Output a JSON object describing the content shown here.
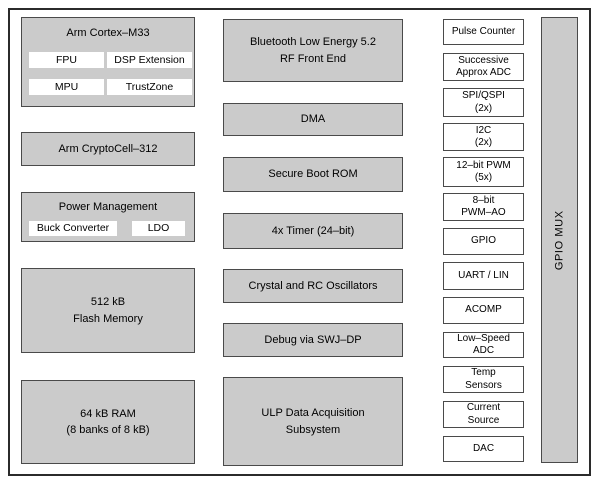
{
  "diagram": {
    "title_hint": "SoC block diagram",
    "colors": {
      "block_fill": "#cbcbcb",
      "block_border": "#4a4a4a",
      "white_fill": "#ffffff",
      "outer_border": "#2b2b2b",
      "text": "#000000"
    },
    "left_column": [
      {
        "name": "arm-cortex-m33",
        "title": "Arm Cortex–M33",
        "children": [
          "FPU",
          "DSP Extension",
          "MPU",
          "TrustZone"
        ]
      },
      {
        "name": "arm-cryptocell-312",
        "lines": [
          "Arm CryptoCell–312"
        ]
      },
      {
        "name": "power-management",
        "title": "Power Management",
        "children": [
          "Buck Converter",
          "LDO"
        ]
      },
      {
        "name": "flash-memory",
        "lines": [
          "512 kB",
          "Flash Memory"
        ]
      },
      {
        "name": "ram",
        "lines": [
          "64 kB RAM",
          "(8 banks of 8 kB)"
        ]
      }
    ],
    "middle_column": [
      {
        "name": "ble-rf-front-end",
        "lines": [
          "Bluetooth Low Energy 5.2",
          "RF Front End"
        ]
      },
      {
        "name": "dma",
        "lines": [
          "DMA"
        ]
      },
      {
        "name": "secure-boot-rom",
        "lines": [
          "Secure Boot ROM"
        ]
      },
      {
        "name": "timer",
        "lines": [
          "4x Timer (24–bit)"
        ]
      },
      {
        "name": "oscillators",
        "lines": [
          "Crystal and RC Oscillators"
        ]
      },
      {
        "name": "debug-swj-dp",
        "lines": [
          "Debug via SWJ–DP"
        ]
      },
      {
        "name": "ulp-data-acquisition",
        "lines": [
          "ULP Data Acquisition",
          "Subsystem"
        ]
      }
    ],
    "right_column": [
      {
        "name": "pulse-counter",
        "lines": [
          "Pulse Counter"
        ]
      },
      {
        "name": "successive-approx-adc",
        "lines": [
          "Successive",
          "Approx ADC"
        ]
      },
      {
        "name": "spi-qspi",
        "lines": [
          "SPI/QSPI",
          "(2x)"
        ]
      },
      {
        "name": "i2c",
        "lines": [
          "I2C",
          "(2x)"
        ]
      },
      {
        "name": "pwm-12bit",
        "lines": [
          "12–bit PWM",
          "(5x)"
        ]
      },
      {
        "name": "pwm-8bit-ao",
        "lines": [
          "8–bit",
          "PWM–AO"
        ]
      },
      {
        "name": "gpio",
        "lines": [
          "GPIO"
        ]
      },
      {
        "name": "uart-lin",
        "lines": [
          "UART / LIN"
        ]
      },
      {
        "name": "acomp",
        "lines": [
          "ACOMP"
        ]
      },
      {
        "name": "low-speed-adc",
        "lines": [
          "Low–Speed",
          "ADC"
        ]
      },
      {
        "name": "temp-sensors",
        "lines": [
          "Temp",
          "Sensors"
        ]
      },
      {
        "name": "current-source",
        "lines": [
          "Current",
          "Source"
        ]
      },
      {
        "name": "dac",
        "lines": [
          "DAC"
        ]
      }
    ],
    "gpio_mux": {
      "label": "GPIO MUX"
    }
  }
}
